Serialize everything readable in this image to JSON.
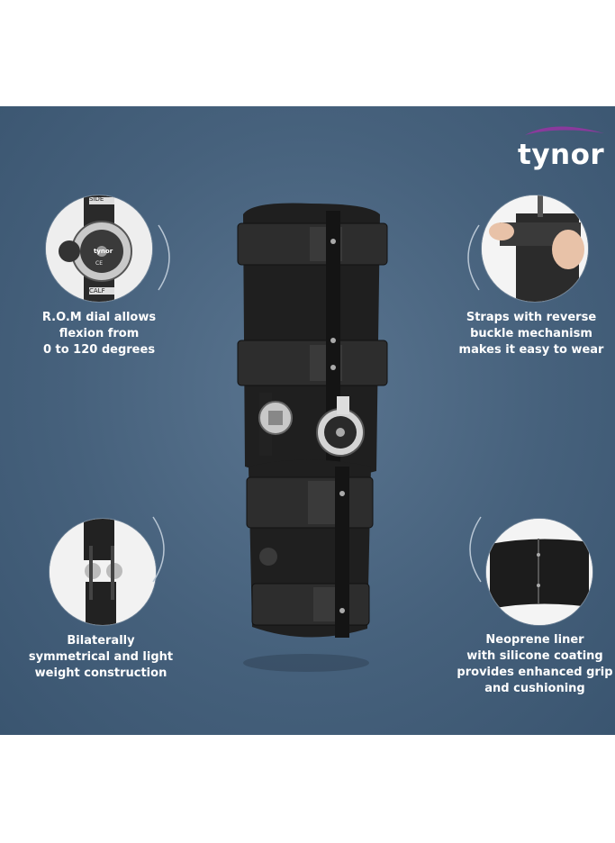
{
  "brand": {
    "name": "tynor"
  },
  "features": [
    {
      "id": "rom-dial",
      "lines": [
        "R.O.M dial allows",
        "flexion from",
        "0 to 120 degrees"
      ]
    },
    {
      "id": "straps",
      "lines": [
        "Straps with reverse",
        "buckle mechanism",
        "makes it easy to wear"
      ]
    },
    {
      "id": "bilateral",
      "lines": [
        "Bilaterally",
        "symmetrical and light",
        "weight construction"
      ]
    },
    {
      "id": "liner",
      "lines": [
        "Neoprene liner",
        "with silicone coating",
        "provides enhanced grip",
        "and cushioning"
      ]
    }
  ],
  "dial_labels": {
    "side": "SIDE",
    "calf": "CALF",
    "dial_brand": "tynor",
    "ce": "CE"
  },
  "colors": {
    "panel": "#46617c",
    "text": "#ffffff",
    "swoosh": "#7b2d8e",
    "brace": "#222222"
  }
}
